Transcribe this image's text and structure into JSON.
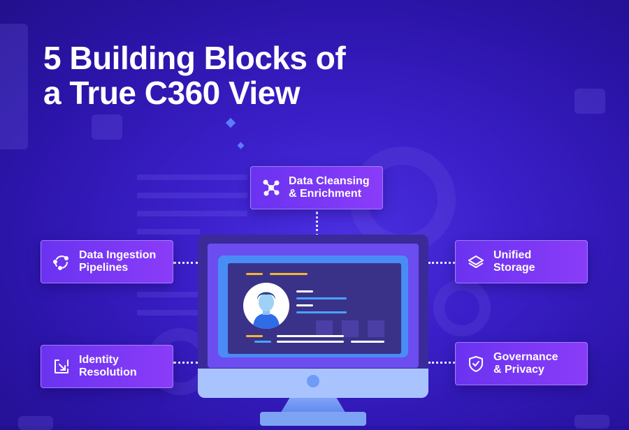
{
  "title": {
    "line1": "5 Building Blocks of",
    "line2": "a True C360 View"
  },
  "cards": [
    {
      "id": "cleansing",
      "label": "Data Cleansing\n& Enrichment",
      "icon": "network-nodes-icon"
    },
    {
      "id": "ingestion",
      "label": "Data Ingestion\nPipelines",
      "icon": "cycle-arrows-icon"
    },
    {
      "id": "storage",
      "label": "Unified\nStorage",
      "icon": "stacked-layers-icon"
    },
    {
      "id": "identity",
      "label": "Identity\nResolution",
      "icon": "resolve-arrow-icon"
    },
    {
      "id": "governance",
      "label": "Governance\n& Privacy",
      "icon": "shield-check-icon"
    }
  ],
  "colors": {
    "card_start": "#6a33f0",
    "card_end": "#8a3cf8",
    "accent_yellow": "#f6b62e",
    "accent_blue": "#4aa3ff"
  }
}
